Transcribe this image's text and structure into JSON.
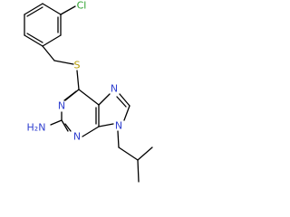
{
  "atom_labels": {
    "cl": "Cl",
    "s": "S",
    "n_top": "N",
    "n_left": "N",
    "n_bottom": "N",
    "n9": "N",
    "nh2": "H₂N"
  },
  "colors": {
    "bond": "#000000",
    "cl": "#2aa02a",
    "s": "#b59a00",
    "n": "#2f3fcf",
    "background": "#ffffff"
  }
}
